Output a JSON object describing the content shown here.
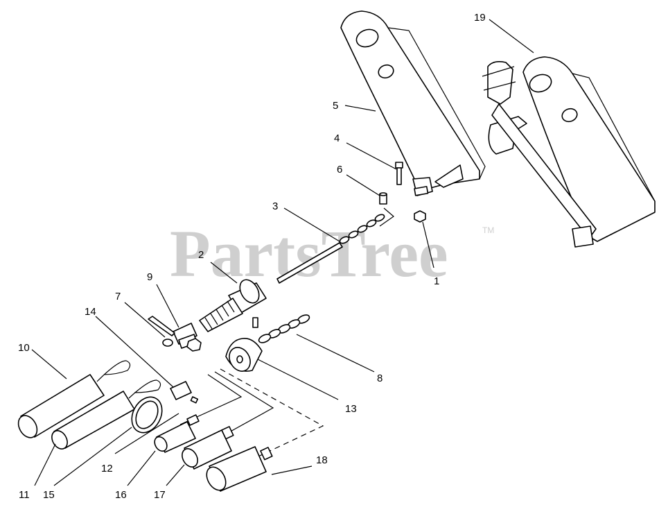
{
  "watermark": {
    "text": "PartsTree",
    "trademark": "TM"
  },
  "callouts": [
    "1",
    "2",
    "3",
    "4",
    "5",
    "6",
    "7",
    "8",
    "9",
    "10",
    "11",
    "12",
    "13",
    "14",
    "15",
    "16",
    "17",
    "18",
    "19"
  ]
}
